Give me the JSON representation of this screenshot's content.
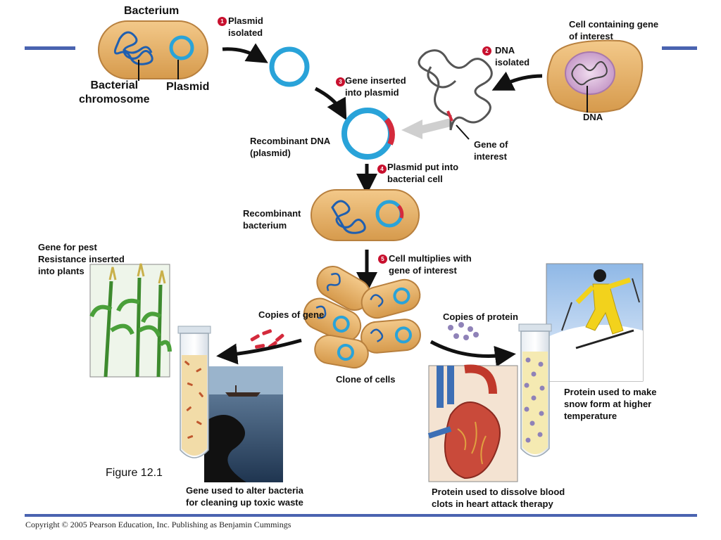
{
  "labels": {
    "bacterium": "Bacterium",
    "bacterial_chromosome": "Bacterial\nchromosome",
    "plasmid": "Plasmid",
    "plasmid_isolated": "Plasmid\nisolated",
    "cell_with_gene": "Cell containing gene\nof interest",
    "dna_isolated": "DNA\nisolated",
    "dna": "DNA",
    "gene_inserted": "Gene inserted\ninto plasmid",
    "recombinant_dna": "Recombinant DNA\n(plasmid)",
    "gene_of_interest": "Gene of\ninterest",
    "plasmid_put_into": "Plasmid put into\nbacterial cell",
    "recombinant_bacterium": "Recombinant\nbacterium",
    "cell_multiplies": "Cell multiplies with\ngene of interest",
    "gene_for_pest": "Gene for pest\nResistance inserted\ninto plants",
    "copies_of_gene": "Copies of gene",
    "copies_of_protein": "Copies of protein",
    "clone_of_cells": "Clone of cells",
    "protein_snow": "Protein used to make\nsnow form at higher\ntemperature",
    "gene_toxic": "Gene used to alter bacteria\nfor cleaning up toxic waste",
    "protein_clots": "Protein used to dissolve blood\nclots in heart attack therapy"
  },
  "steps": [
    "1",
    "2",
    "3",
    "4",
    "5"
  ],
  "figure_label": "Figure 12.1",
  "copyright": "Copyright © 2005 Pearson Education, Inc. Publishing as Benjamin Cummings",
  "colors": {
    "cell_fill": "#e8b06a",
    "dna_blue": "#1f5fb0",
    "plasmid_blue": "#29a3d9",
    "gene_red": "#d42a3c",
    "step_red": "#c8102e",
    "rule_blue": "#4a63b0"
  }
}
